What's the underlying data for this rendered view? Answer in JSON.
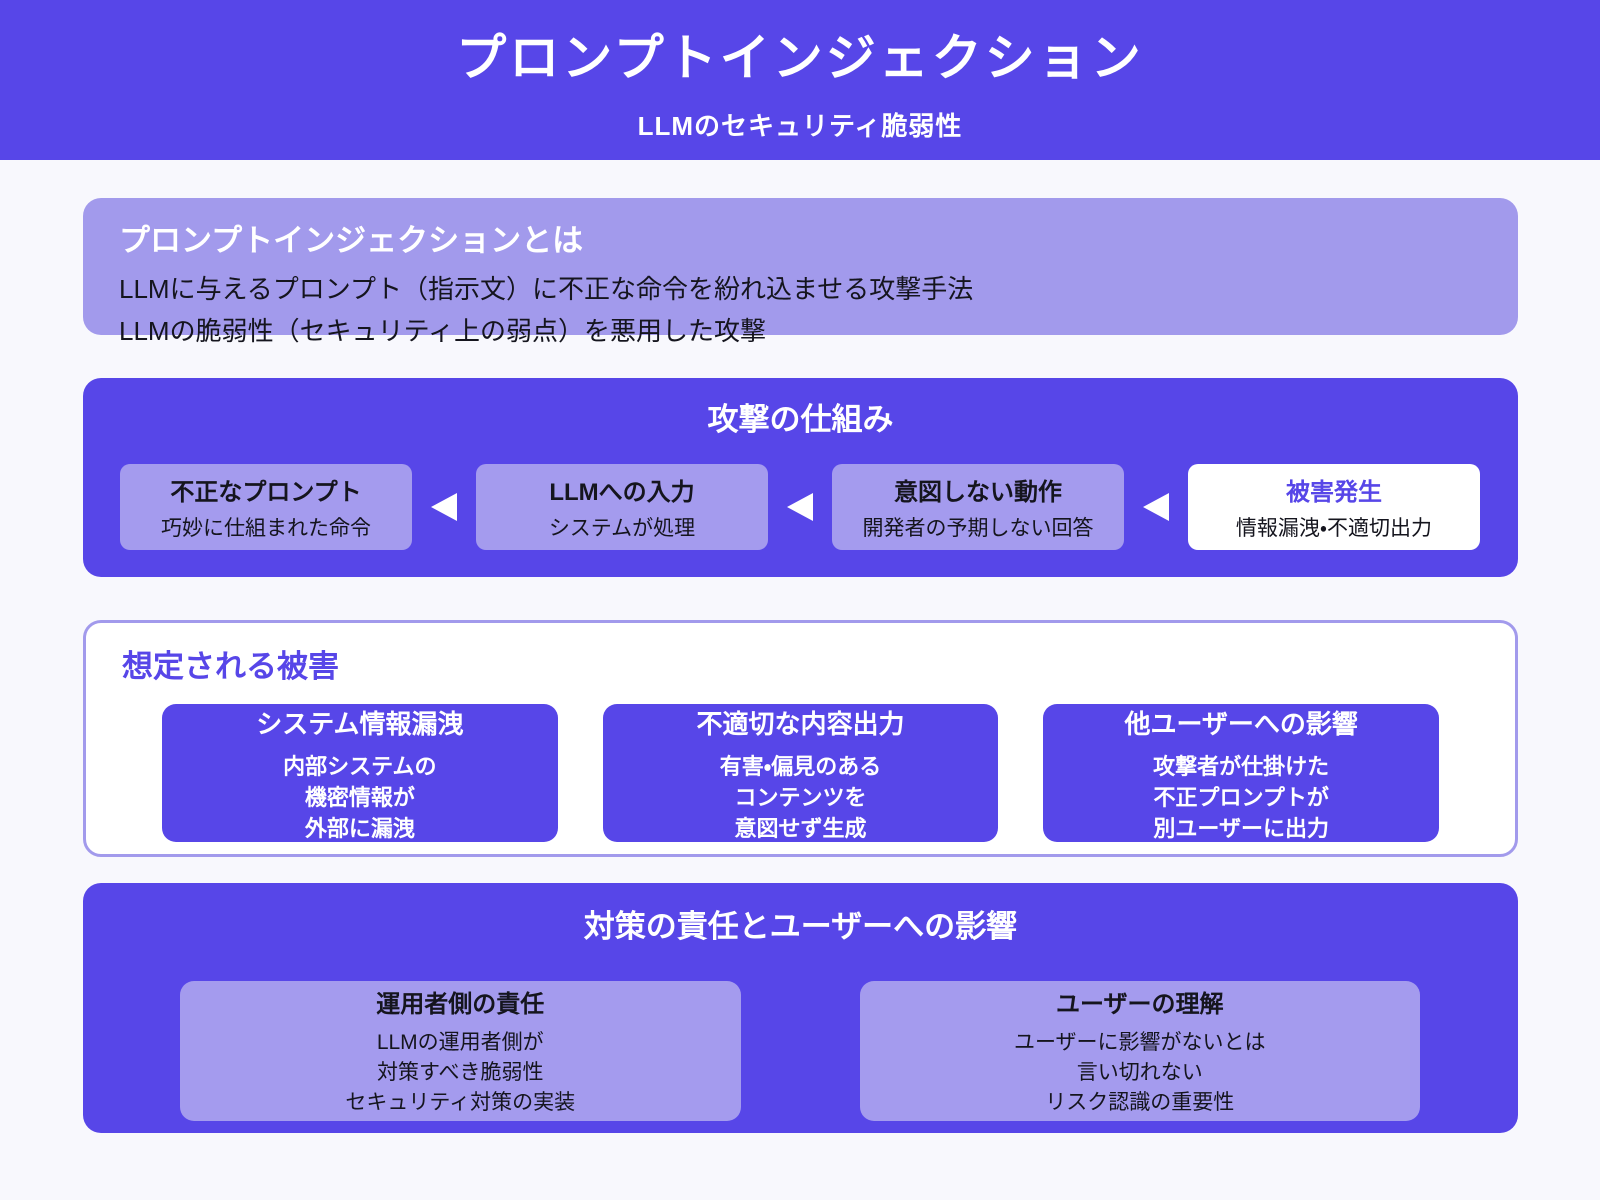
{
  "header": {
    "title": "プロンプトインジェクション",
    "subtitle": "LLMのセキュリティ脆弱性"
  },
  "definition": {
    "title": "プロンプトインジェクションとは",
    "lines": [
      "LLMに与えるプロンプト（指示文）に不正な命令を紛れ込ませる攻撃手法",
      "LLMの脆弱性（セキュリティ上の弱点）を悪用した攻撃"
    ]
  },
  "mechanism": {
    "title": "攻撃の仕組み",
    "steps": [
      {
        "title": "不正なプロンプト",
        "desc": "巧妙に仕組まれた命令"
      },
      {
        "title": "LLMへの入力",
        "desc": "システムが処理"
      },
      {
        "title": "意図しない動作",
        "desc": "開発者の予期しない回答"
      },
      {
        "title": "被害発生",
        "desc": "情報漏洩・不適切出力"
      }
    ]
  },
  "damages": {
    "title": "想定される被害",
    "cards": [
      {
        "title": "システム情報漏洩",
        "lines": [
          "内部システムの",
          "機密情報が",
          "外部に漏洩"
        ]
      },
      {
        "title": "不適切な内容出力",
        "lines": [
          "有害・偏見のある",
          "コンテンツを",
          "意図せず生成"
        ]
      },
      {
        "title": "他ユーザーへの影響",
        "lines": [
          "攻撃者が仕掛けた",
          "不正プロンプトが",
          "別ユーザーに出力"
        ]
      }
    ]
  },
  "responsibility": {
    "title": "対策の責任とユーザーへの影響",
    "cards": [
      {
        "title": "運用者側の責任",
        "lines": [
          "LLMの運用者側が",
          "対策すべき脆弱性",
          "セキュリティ対策の実装"
        ]
      },
      {
        "title": "ユーザーの理解",
        "lines": [
          "ユーザーに影響がないとは",
          "言い切れない",
          "リスク認識の重要性"
        ]
      }
    ]
  },
  "colors": {
    "primary_purple": "#5746e8",
    "light_purple": "#a29aec",
    "page_background": "#f8f8fd",
    "card_white": "#ffffff",
    "dark_text": "#15151e"
  }
}
